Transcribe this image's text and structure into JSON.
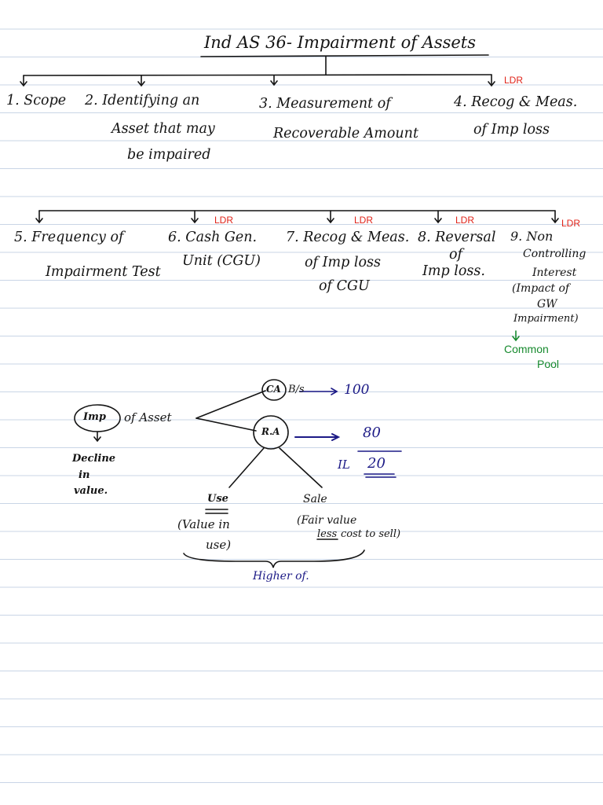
{
  "title": "Ind AS 36- Impairment of Assets",
  "row1": [
    {
      "label": "1. Scope"
    },
    {
      "label": "2. Identifying an",
      "line2": "Asset that may",
      "line3": "be impaired"
    },
    {
      "label": "3. Measurement of",
      "line2": "Recoverable Amount"
    },
    {
      "label": "4. Recog & Meas.",
      "line2": "of Imp loss",
      "tag": "LDR"
    }
  ],
  "row2": [
    {
      "label": "5. Frequency of",
      "line2": "Impairment Test"
    },
    {
      "label": "6. Cash Gen.",
      "line2": "Unit (CGU)",
      "tag": "LDR"
    },
    {
      "label": "7. Recog & Meas.",
      "line2": "of Imp loss",
      "line3": "of CGU",
      "tag": "LDR"
    },
    {
      "label": "8. Reversal",
      "line2": "of",
      "line3": "Imp loss.",
      "tag": "LDR"
    },
    {
      "label": "9. Non",
      "line2": "Controlling",
      "line3": "Interest",
      "line4": "(Impact of",
      "line5": "GW",
      "line6": "Impairment)",
      "tag": "LDR"
    }
  ],
  "common_pool": {
    "line1": "Common",
    "line2": "Pool"
  },
  "diagram": {
    "imp_circle": "Imp",
    "of_asset": "of Asset",
    "decline": [
      "Decline",
      "in",
      "value."
    ],
    "ca_circle": "CA",
    "bs": "B/s",
    "ca_value": "100",
    "ra_circle": "R.A",
    "ra_value": "80",
    "il_label": "IL",
    "il_value": "20",
    "use": "Use",
    "value_in_use": [
      "(Value in",
      "use)"
    ],
    "sale": "Sale",
    "fair_value": [
      "(Fair value",
      "less",
      "cost to sell)"
    ],
    "higher_of": "Higher of."
  },
  "colors": {
    "ink": "#141414",
    "ldr": "#e0241a",
    "blue": "#1c1a86",
    "green": "#178a2e",
    "rule": "#c9d5e6"
  }
}
